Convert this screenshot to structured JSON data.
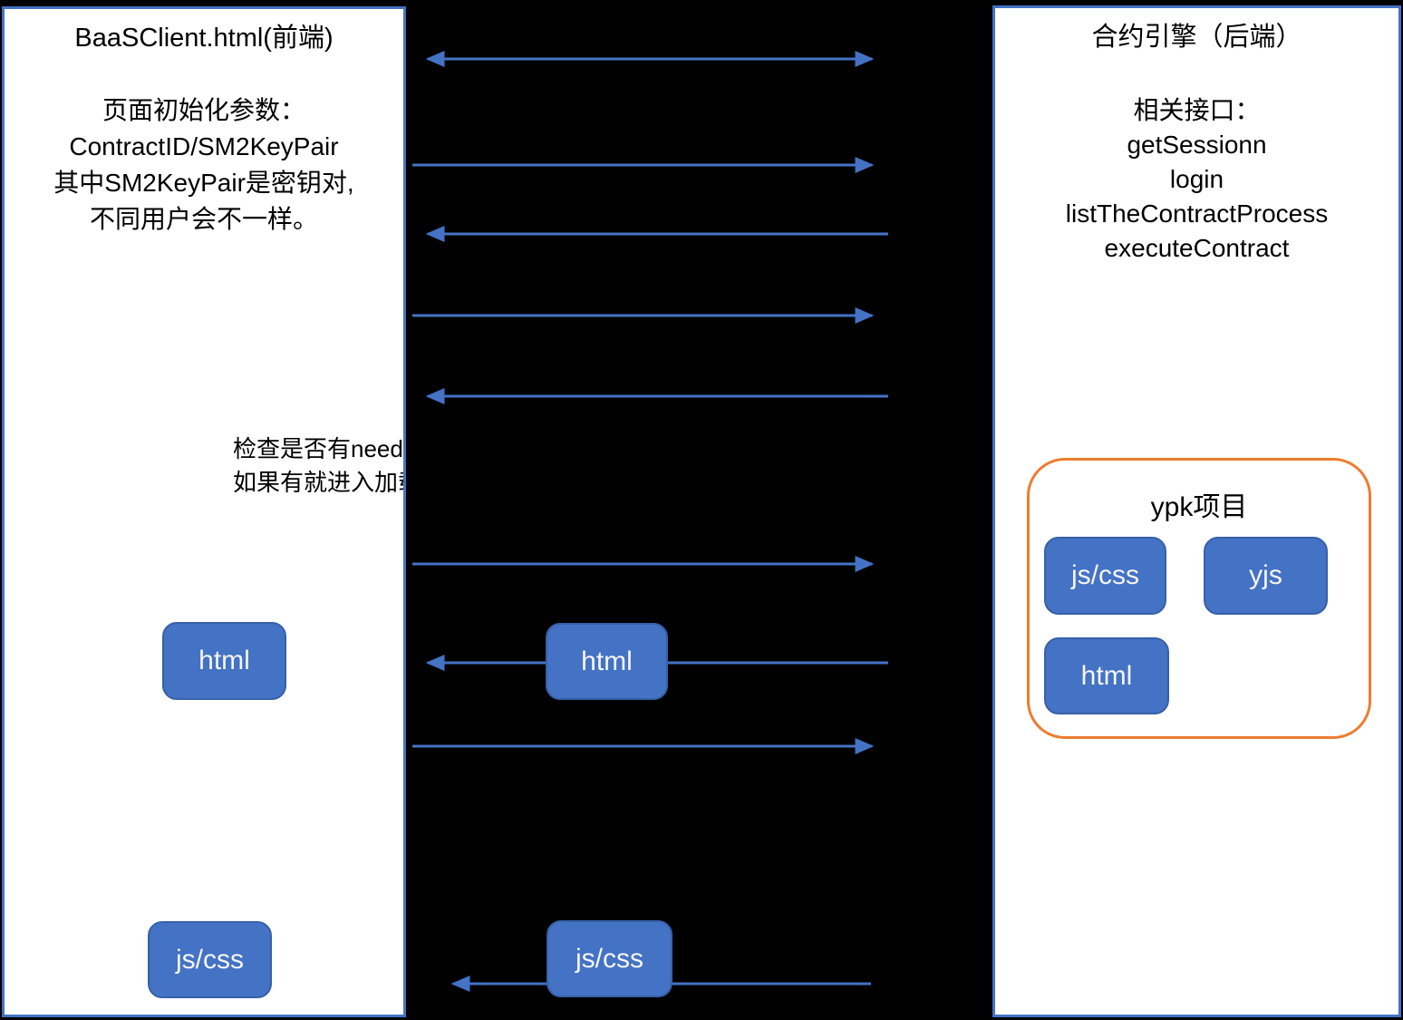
{
  "left_panel": {
    "title": "BaaSClient.html(前端)",
    "description_lines": [
      "页面初始化参数：",
      "ContractID/SM2KeyPair",
      "其中SM2KeyPair是密钥对,",
      "不同用户会不一样。"
    ],
    "note_lines": [
      "检查是否有needR",
      "如果有就进入加载"
    ],
    "boxes": {
      "html": "html",
      "jscss": "js/css"
    }
  },
  "middle": {
    "boxes": {
      "html": "html",
      "jscss": "js/css"
    }
  },
  "right_panel": {
    "title": "合约引擎（后端）",
    "api_lines": [
      "相关接口：",
      "getSessionn",
      "login",
      "listTheContractProcess",
      "executeContract"
    ],
    "ypk": {
      "title": "ypk项目",
      "boxes": {
        "jscss": "js/css",
        "yjs": "yjs",
        "html": "html"
      }
    }
  },
  "colors": {
    "accent_blue": "#4472C4",
    "box_fill": "#4472C4",
    "box_border": "#3760A8",
    "orange_border": "#ED7D31",
    "background": "#000000"
  }
}
